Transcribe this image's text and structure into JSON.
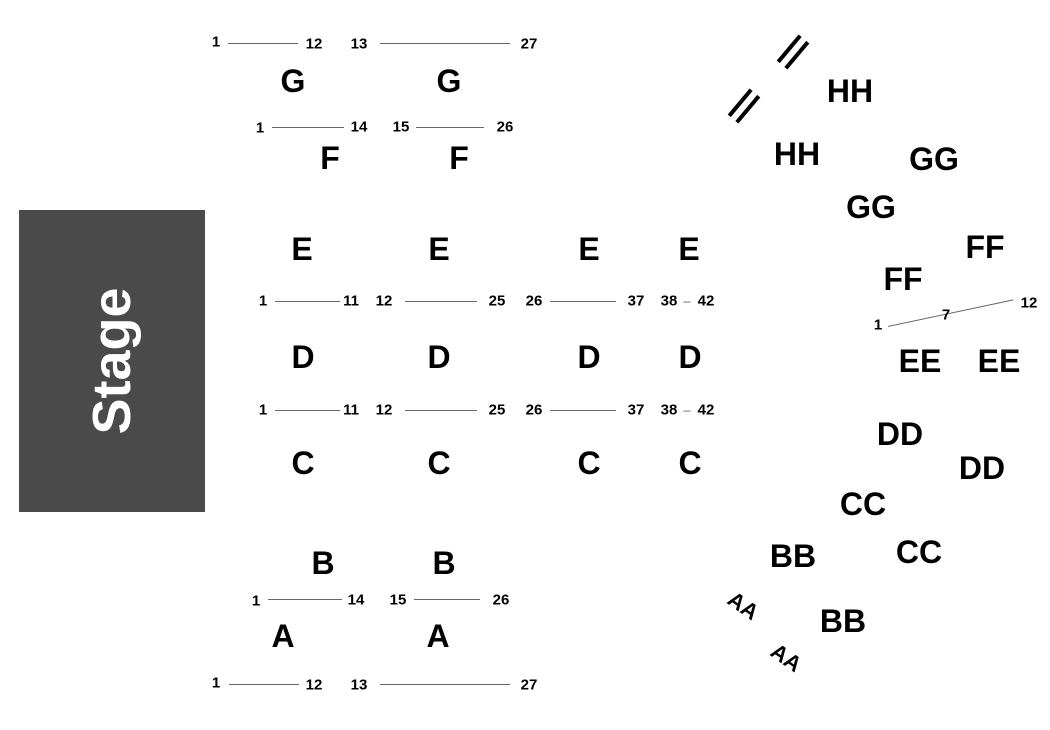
{
  "stage": {
    "label": "Stage"
  },
  "left": {
    "rows": {
      "G": "G",
      "F": "F",
      "E": "E",
      "D": "D",
      "C": "C",
      "B": "B",
      "A": "A"
    },
    "seats": {
      "g": [
        "1",
        "12",
        "13",
        "27"
      ],
      "f": [
        "1",
        "14",
        "15",
        "26"
      ],
      "e_d": [
        "1",
        "11",
        "12",
        "25",
        "26",
        "37",
        "38",
        "42"
      ],
      "d_c": [
        "1",
        "11",
        "12",
        "25",
        "26",
        "37",
        "38",
        "42"
      ],
      "b": [
        "1",
        "14",
        "15",
        "26"
      ],
      "a": [
        "1",
        "12",
        "13",
        "27"
      ]
    }
  },
  "right": {
    "rows": {
      "HH": "HH",
      "GG": "GG",
      "FF": "FF",
      "EE": "EE",
      "DD": "DD",
      "CC": "CC",
      "BB": "BB",
      "AA": "AA"
    },
    "ff_seats": [
      "1",
      "7",
      "12"
    ]
  }
}
